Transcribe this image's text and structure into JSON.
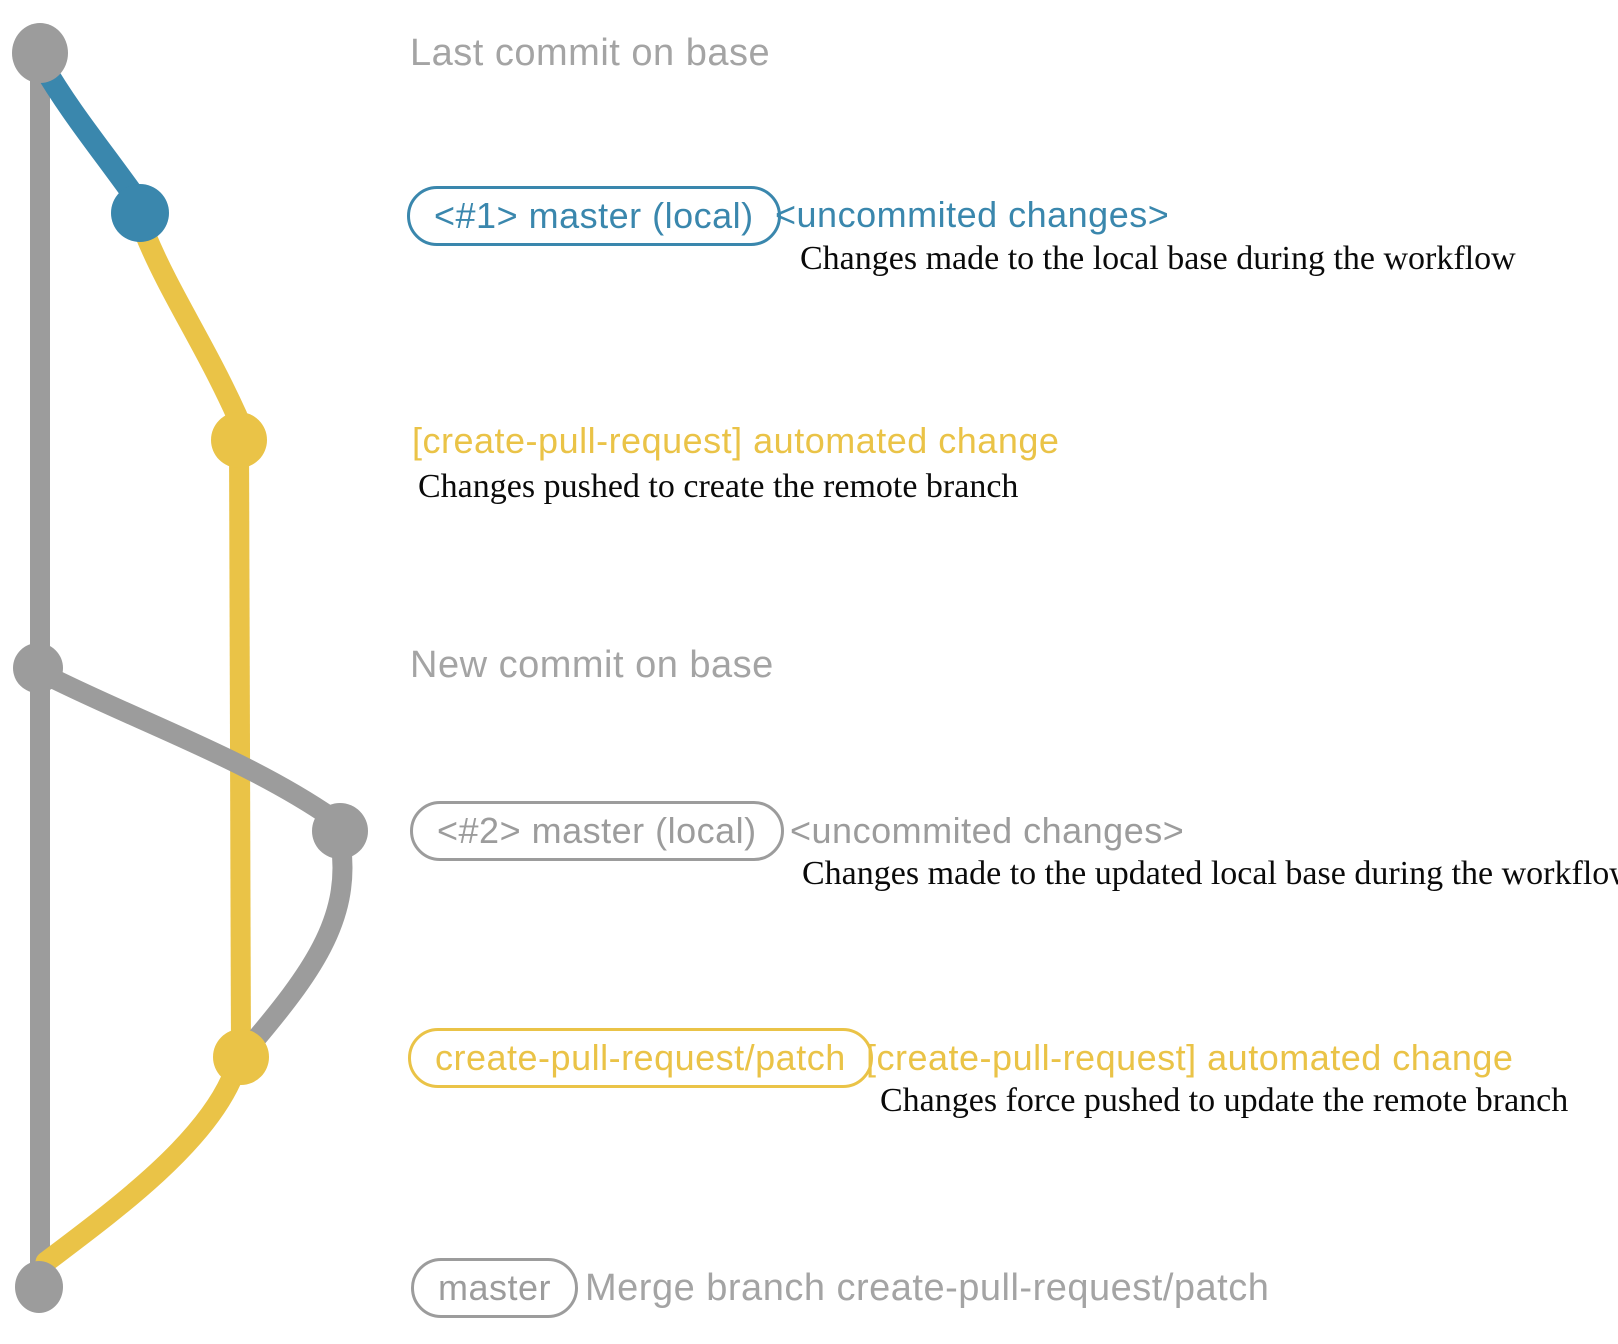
{
  "colors": {
    "base_gray": "#9c9c9c",
    "caption_gray": "#a4a4a4",
    "branch_blue": "#3a87ad",
    "branch_yellow": "#eac347",
    "description_black": "#0a0a0a"
  },
  "graph": {
    "lanes": [
      {
        "name": "base-branch",
        "color": "#9c9c9c"
      },
      {
        "name": "local-master-branch",
        "color": "#3a87ad"
      },
      {
        "name": "create-pull-request-patch-branch",
        "color": "#eac347"
      }
    ],
    "nodes": [
      {
        "name": "last-commit-on-base-node",
        "color": "#9c9c9c"
      },
      {
        "name": "local-commit-1-node",
        "color": "#3a87ad"
      },
      {
        "name": "pushed-commit-1-node",
        "color": "#eac347"
      },
      {
        "name": "new-commit-on-base-node",
        "color": "#9c9c9c"
      },
      {
        "name": "local-commit-2-node",
        "color": "#9c9c9c"
      },
      {
        "name": "force-pushed-commit-node",
        "color": "#eac347"
      },
      {
        "name": "merge-commit-node",
        "color": "#9c9c9c"
      }
    ]
  },
  "rows": {
    "last_commit": {
      "caption": "Last commit on base"
    },
    "commit1": {
      "badge": "<#1> master (local)",
      "annotation": "<uncommited changes>",
      "description": "Changes made to the local base during the workflow"
    },
    "push1": {
      "annotation": "[create-pull-request] automated change",
      "description": "Changes pushed to create the remote branch"
    },
    "new_commit": {
      "caption": "New commit on base"
    },
    "commit2": {
      "badge": "<#2> master (local)",
      "annotation": "<uncommited changes>",
      "description": "Changes made to the updated local base during the workflow"
    },
    "push2": {
      "badge": "create-pull-request/patch",
      "annotation": "[create-pull-request] automated change",
      "description": "Changes force pushed to update the remote branch"
    },
    "merge": {
      "badge": "master",
      "caption": "Merge branch create-pull-request/patch"
    }
  }
}
